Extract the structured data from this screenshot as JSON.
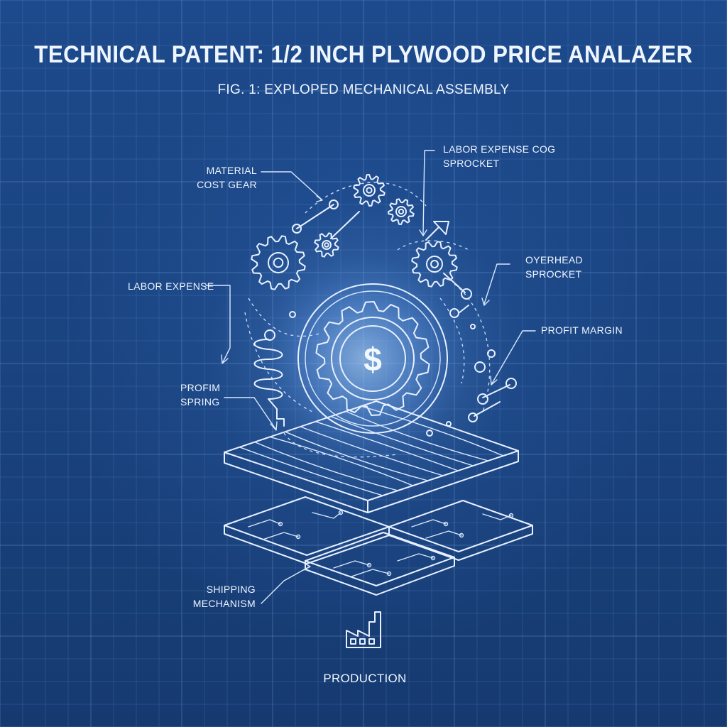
{
  "title": "TECHNICAL PATENT: 1/2 INCH PLYWOOD PRICE ANALAZER",
  "subtitle": "FIG. 1: EXPLOPED MECHANICAL ASSEMBLY",
  "labels": {
    "material_cost_gear": [
      "MATERIAL",
      "COST GEAR"
    ],
    "labor_expense_cog": [
      "LABOR EXPENSE COG",
      "SPROCKET"
    ],
    "overhead_sprocket": [
      "OYERHEAD",
      "SPROCKET"
    ],
    "labor_expense": "LABOR EXPENSE",
    "profit_margin": "PROFIT MARGIN",
    "profim_spring": [
      "PROFIM",
      "SPRING"
    ],
    "shipping_mechanism": [
      "SHIPPING",
      "MECHANISM"
    ],
    "production": "PRODUCTION"
  },
  "center_symbol": "$",
  "colors": {
    "background": "#1a437f",
    "grid": "#3a68a8",
    "line": "#e6f0ff",
    "glow": "#78b4ff"
  }
}
